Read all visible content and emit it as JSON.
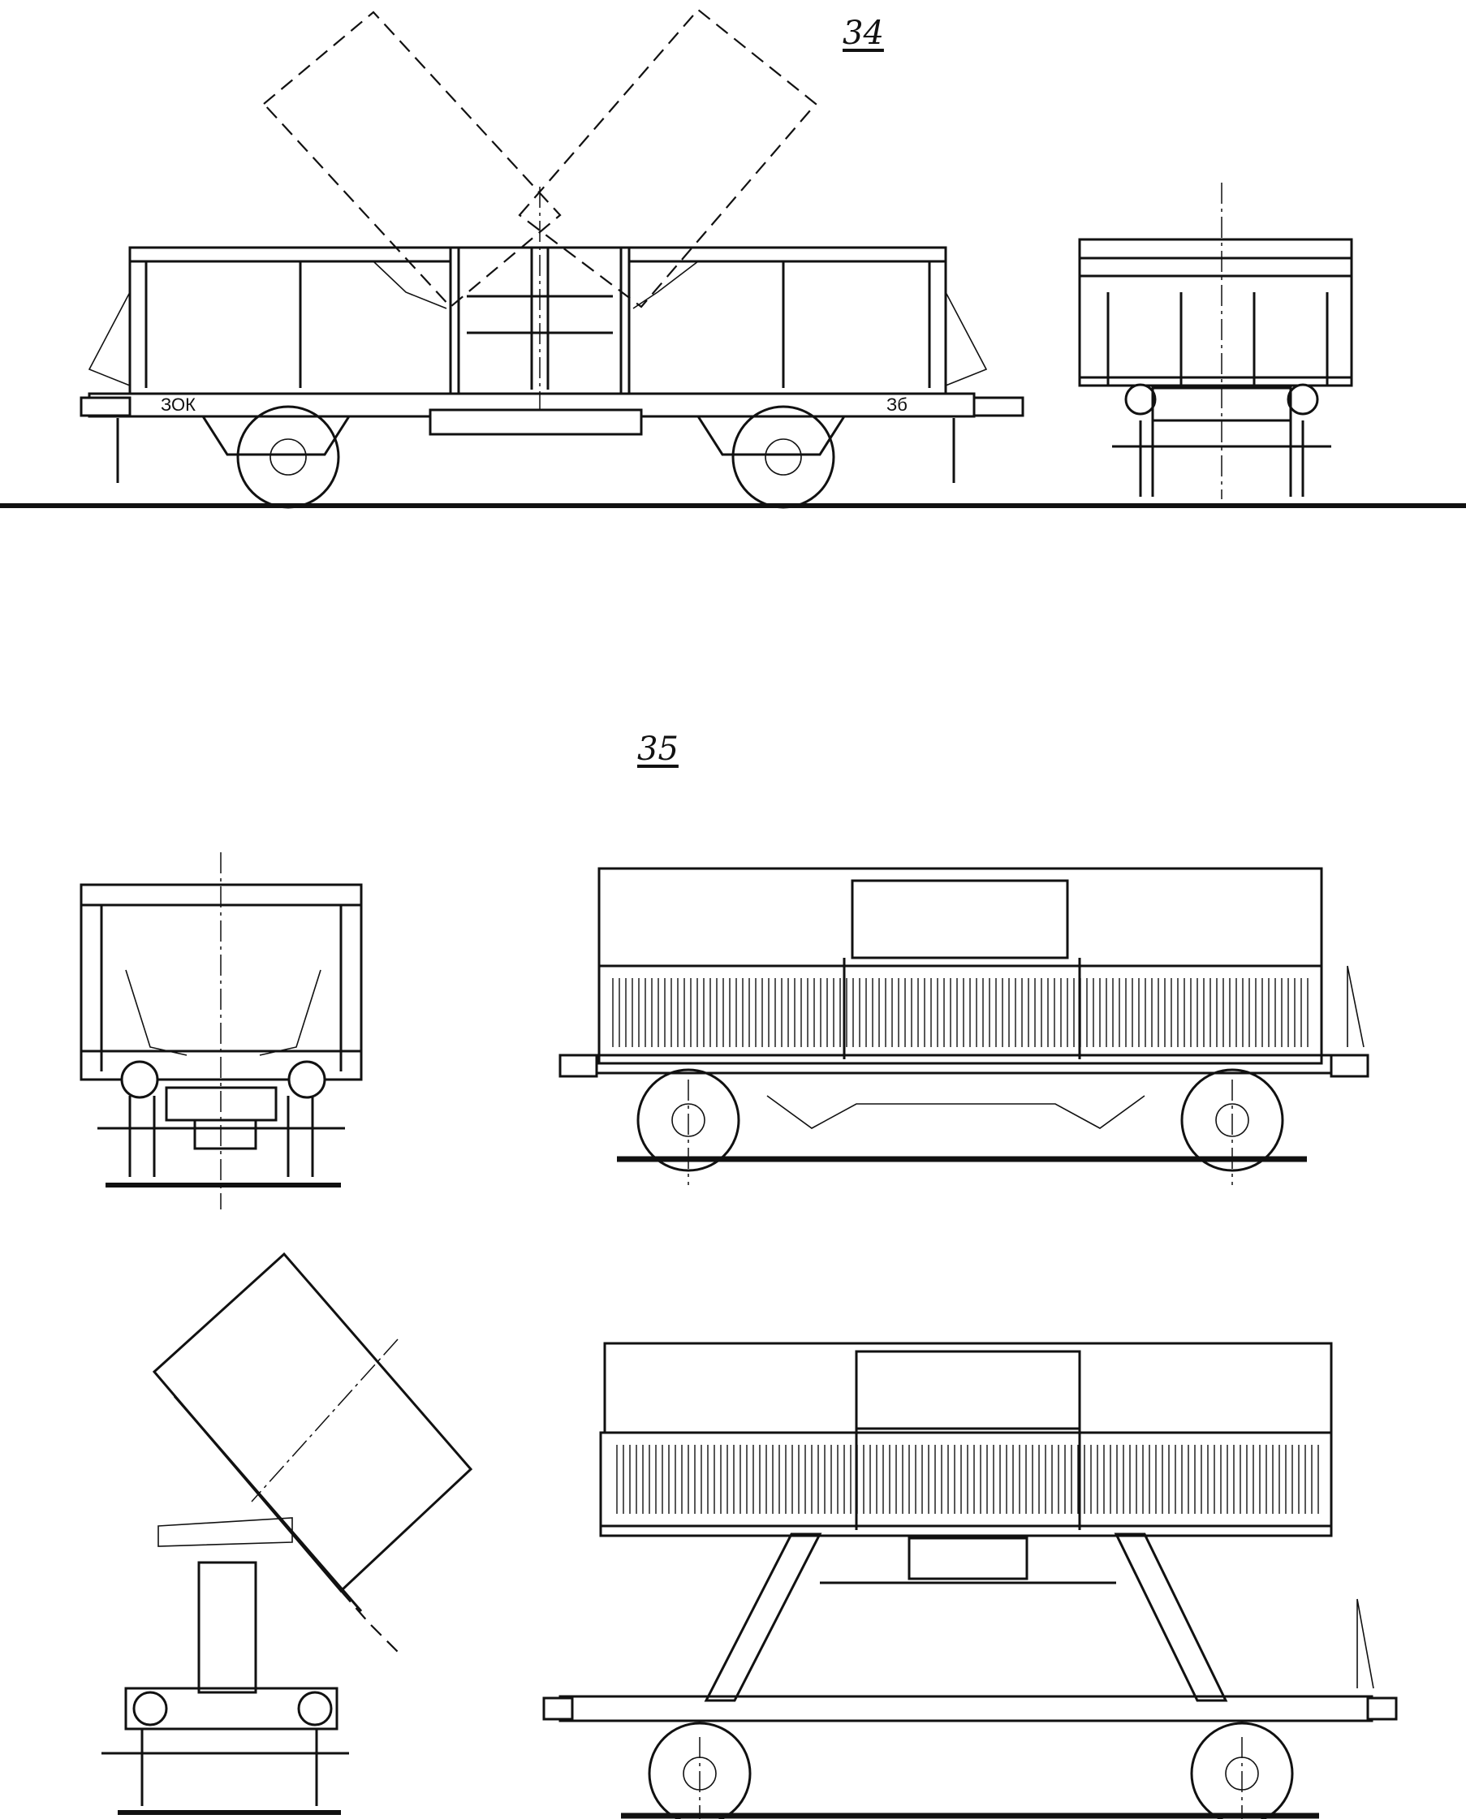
{
  "figures": [
    {
      "id": "fig-34",
      "label": "34"
    },
    {
      "id": "fig-35",
      "label": "35"
    }
  ],
  "markings": {
    "wagon_34_left": "ЗОК",
    "wagon_34_right": "Зб"
  }
}
